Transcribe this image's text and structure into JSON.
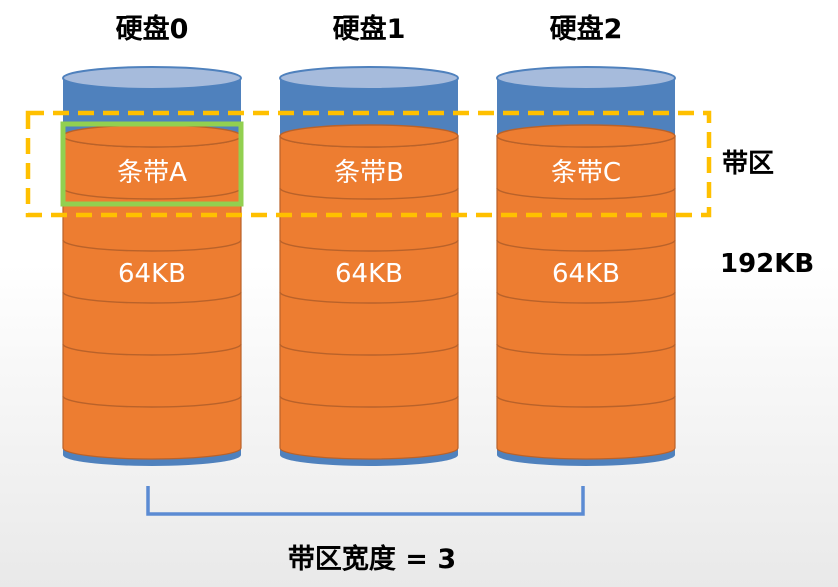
{
  "disks": [
    {
      "title": "硬盘0",
      "strip_label": "条带A",
      "size_label": "64KB"
    },
    {
      "title": "硬盘1",
      "strip_label": "条带B",
      "size_label": "64KB"
    },
    {
      "title": "硬盘2",
      "strip_label": "条带C",
      "size_label": "64KB"
    }
  ],
  "stripe_label": "带区",
  "stripe_size_label": "192KB",
  "stripe_width_label": "带区宽度 = 3",
  "colors": {
    "disk_blue": "#4f81bd",
    "disk_top": "#a6bbdc",
    "segment_orange": "#ed7d31",
    "segment_outline": "#b9622a",
    "stripe_dashed": "#ffc000",
    "highlight_green": "#92d050",
    "bracket_blue": "#5b8bd3"
  }
}
